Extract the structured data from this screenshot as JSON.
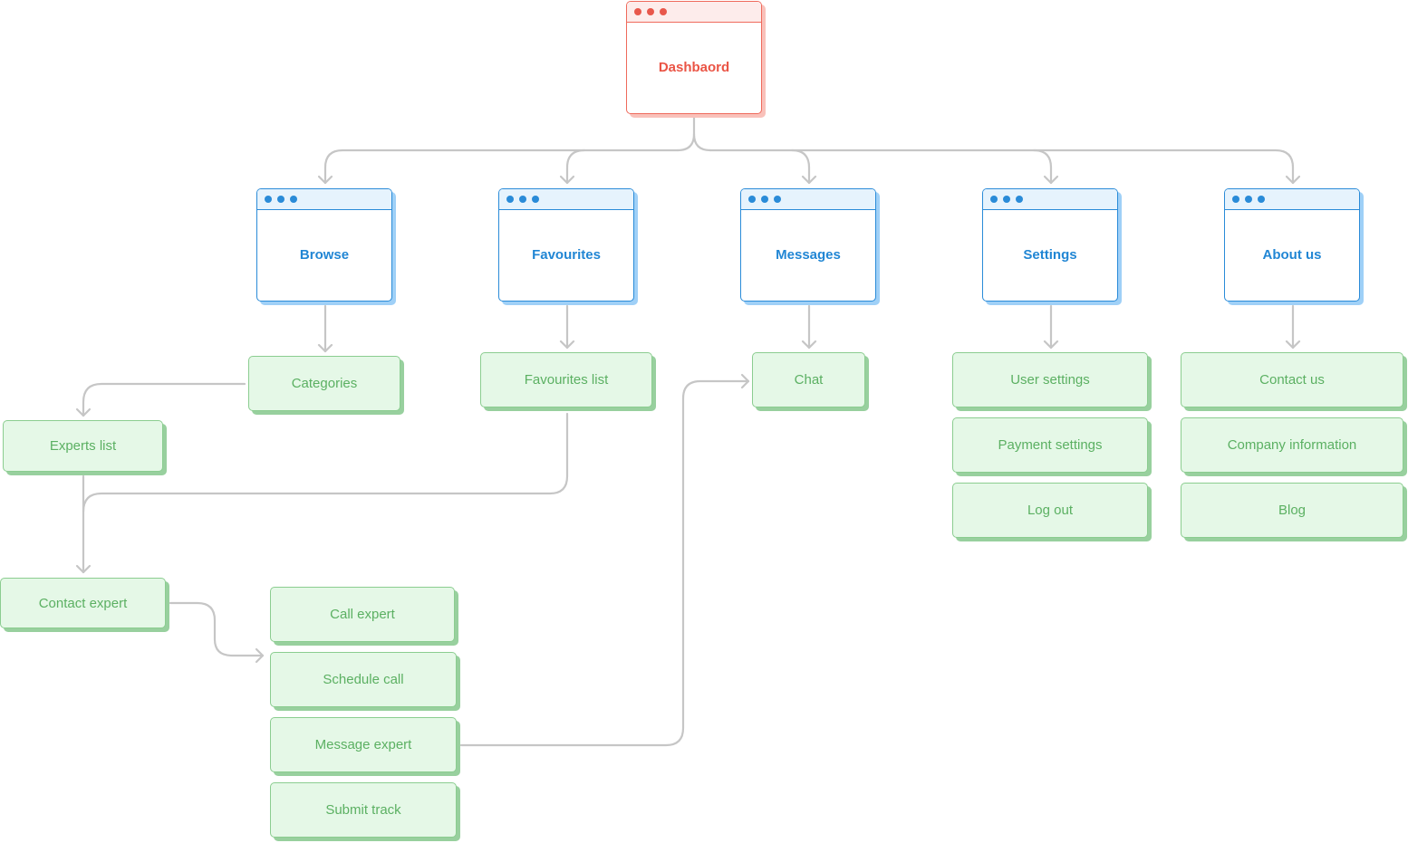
{
  "diagram": {
    "root": {
      "label": "Dashbaord"
    },
    "sections": {
      "browse": {
        "label": "Browse"
      },
      "favourites": {
        "label": "Favourites"
      },
      "messages": {
        "label": "Messages"
      },
      "settings": {
        "label": "Settings"
      },
      "about": {
        "label": "About us"
      }
    },
    "nodes": {
      "categories": "Categories",
      "experts_list": "Experts list",
      "contact_expert": "Contact expert",
      "call_expert": "Call expert",
      "schedule_call": "Schedule call",
      "message_expert": "Message expert",
      "submit_track": "Submit track",
      "favourites_list": "Favourites list",
      "chat": "Chat",
      "user_settings": "User settings",
      "payment_settings": "Payment settings",
      "log_out": "Log out",
      "contact_us": "Contact us",
      "company_information": "Company information",
      "blog": "Blog"
    },
    "colors": {
      "root_accent": "#ea5445",
      "section_accent": "#2186d4",
      "leaf_fill": "#e5f8e7",
      "leaf_text": "#5bb062",
      "connector": "#c6c6c6"
    }
  }
}
